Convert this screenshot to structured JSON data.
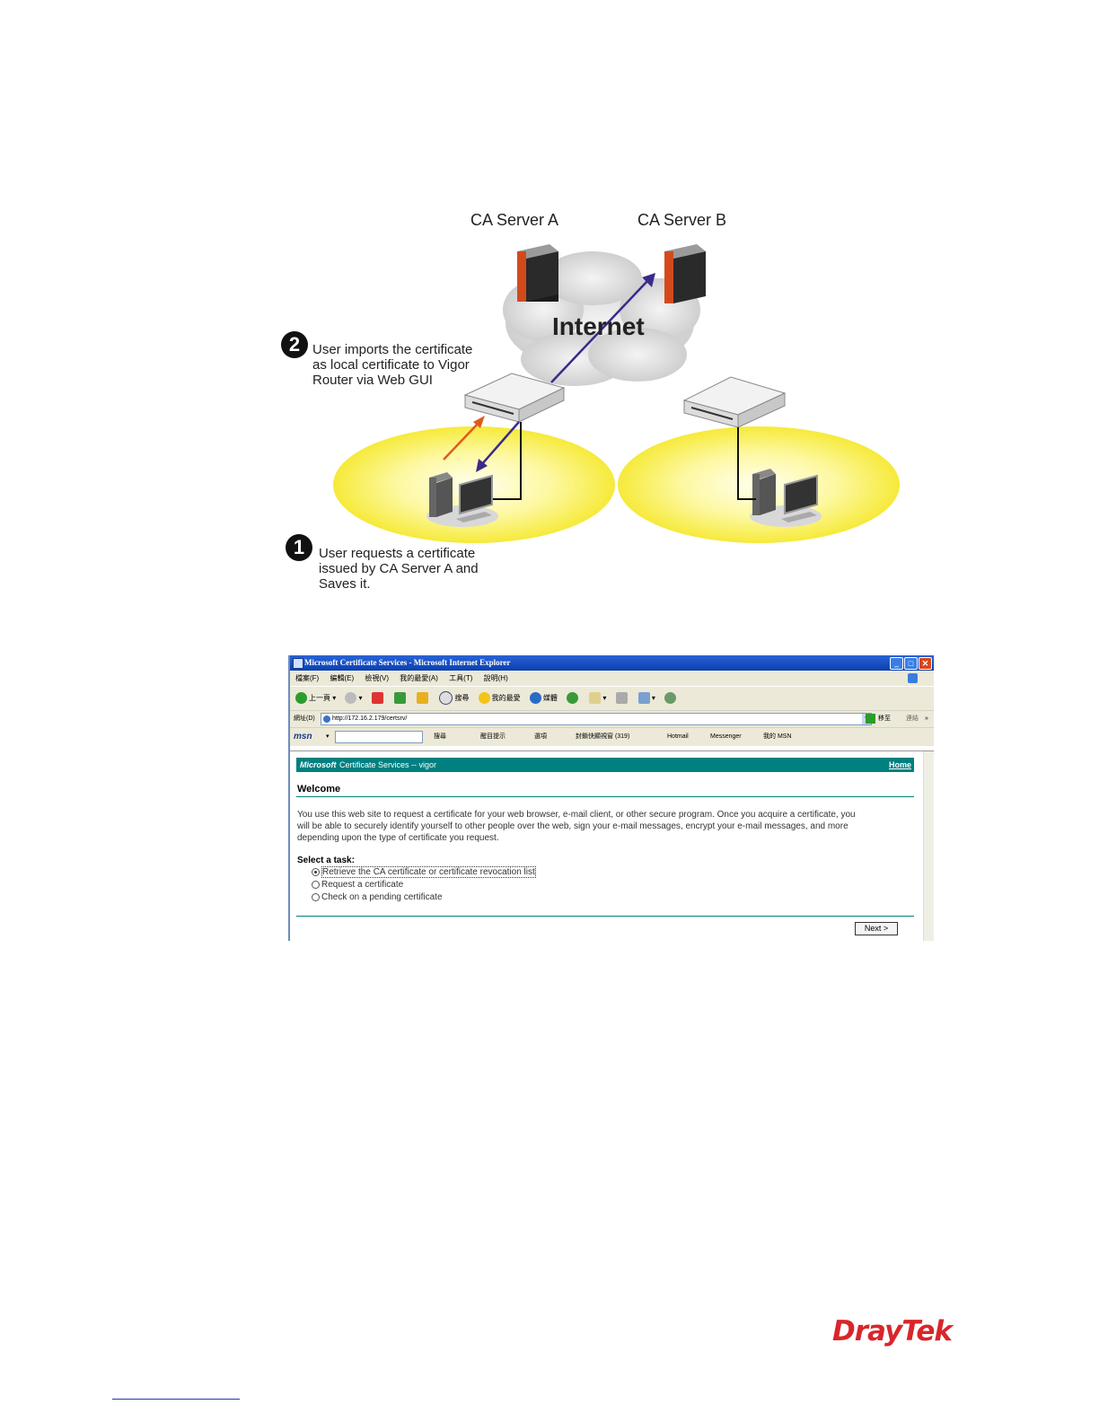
{
  "diagram": {
    "server_a_label": "CA Server A",
    "server_b_label": "CA Server B",
    "cloud_label": "Internet",
    "step1_number": "1",
    "step1_lines": [
      "User requests a certificate",
      "issued by CA Server A and",
      "Saves it."
    ],
    "step2_number": "2",
    "step2_lines": [
      "User imports the certificate",
      "as local certificate to Vigor",
      "Router via Web GUI"
    ]
  },
  "browser": {
    "title": "Microsoft Certificate Services - Microsoft Internet Explorer",
    "menu": [
      "檔案(F)",
      "編輯(E)",
      "檢視(V)",
      "我的最愛(A)",
      "工具(T)",
      "說明(H)"
    ],
    "toolbar": [
      "上一頁",
      "搜尋",
      "我的最愛",
      "媒體"
    ],
    "address_label": "網址(D)",
    "address_value": "http://172.16.2.179/certsrv/",
    "go_label": "移至",
    "links_label": "連結",
    "msn_label": "msn",
    "msn_items": [
      "搜尋",
      "醒目提示",
      "選項",
      "封鎖快顯視窗 (319)",
      "Hotmail",
      "Messenger",
      "我的 MSN"
    ]
  },
  "certsrv": {
    "header_brand": "Microsoft",
    "header_title": "Certificate Services  --  vigor",
    "home_link": "Home",
    "welcome_heading": "Welcome",
    "intro_lines": [
      "You use this web site to request a certificate for your web browser, e-mail client, or other secure program. Once you acquire a certificate, you",
      "will be able to securely identify yourself to other people over the web, sign your e-mail messages, encrypt your e-mail messages, and more",
      "depending upon the type of certificate you request."
    ],
    "select_task_label": "Select a task:",
    "tasks": [
      "Retrieve the CA certificate or certificate revocation list",
      "Request a certificate",
      "Check on a pending certificate"
    ],
    "selected_task_index": 0,
    "next_button": "Next >"
  },
  "footer": {
    "logo_text": "DrayTek"
  }
}
